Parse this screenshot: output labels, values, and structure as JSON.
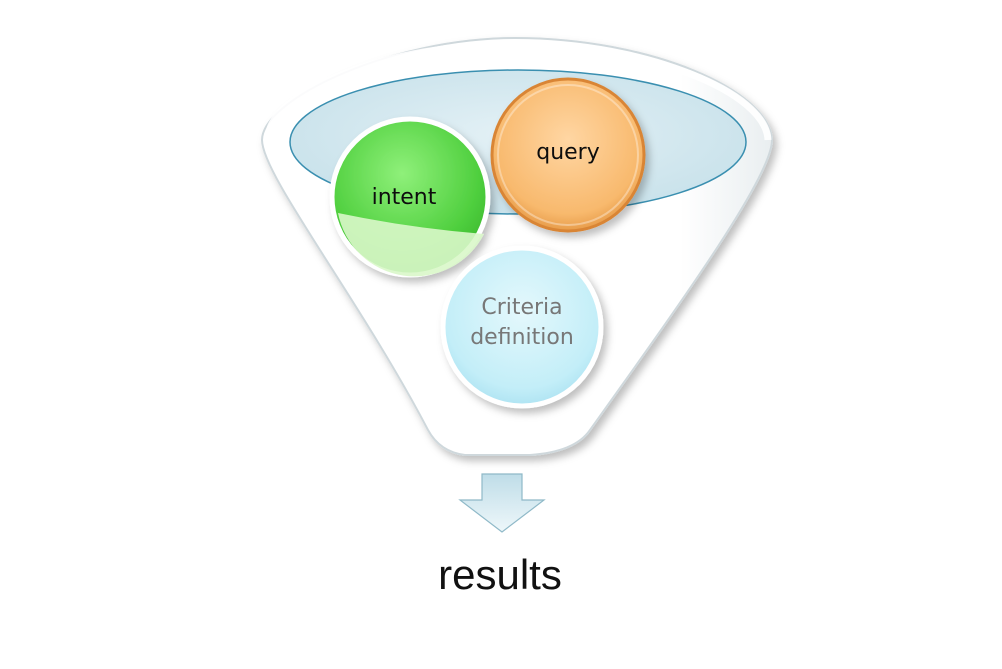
{
  "diagram": {
    "circles": {
      "intent": {
        "label": "intent",
        "color": "#6fd85a"
      },
      "query": {
        "label": "query",
        "color": "#f5a95a"
      },
      "criteria": {
        "line1": "Criteria",
        "line2": "definition",
        "color": "#b9e8f5"
      }
    },
    "output": {
      "label": "results"
    },
    "colors": {
      "funnel_rim": "#d3e9f0",
      "funnel_edge": "#3a8fb0",
      "arrow_fill": "#cfe6ee",
      "text": "#111111",
      "criteria_text": "#777777"
    }
  }
}
